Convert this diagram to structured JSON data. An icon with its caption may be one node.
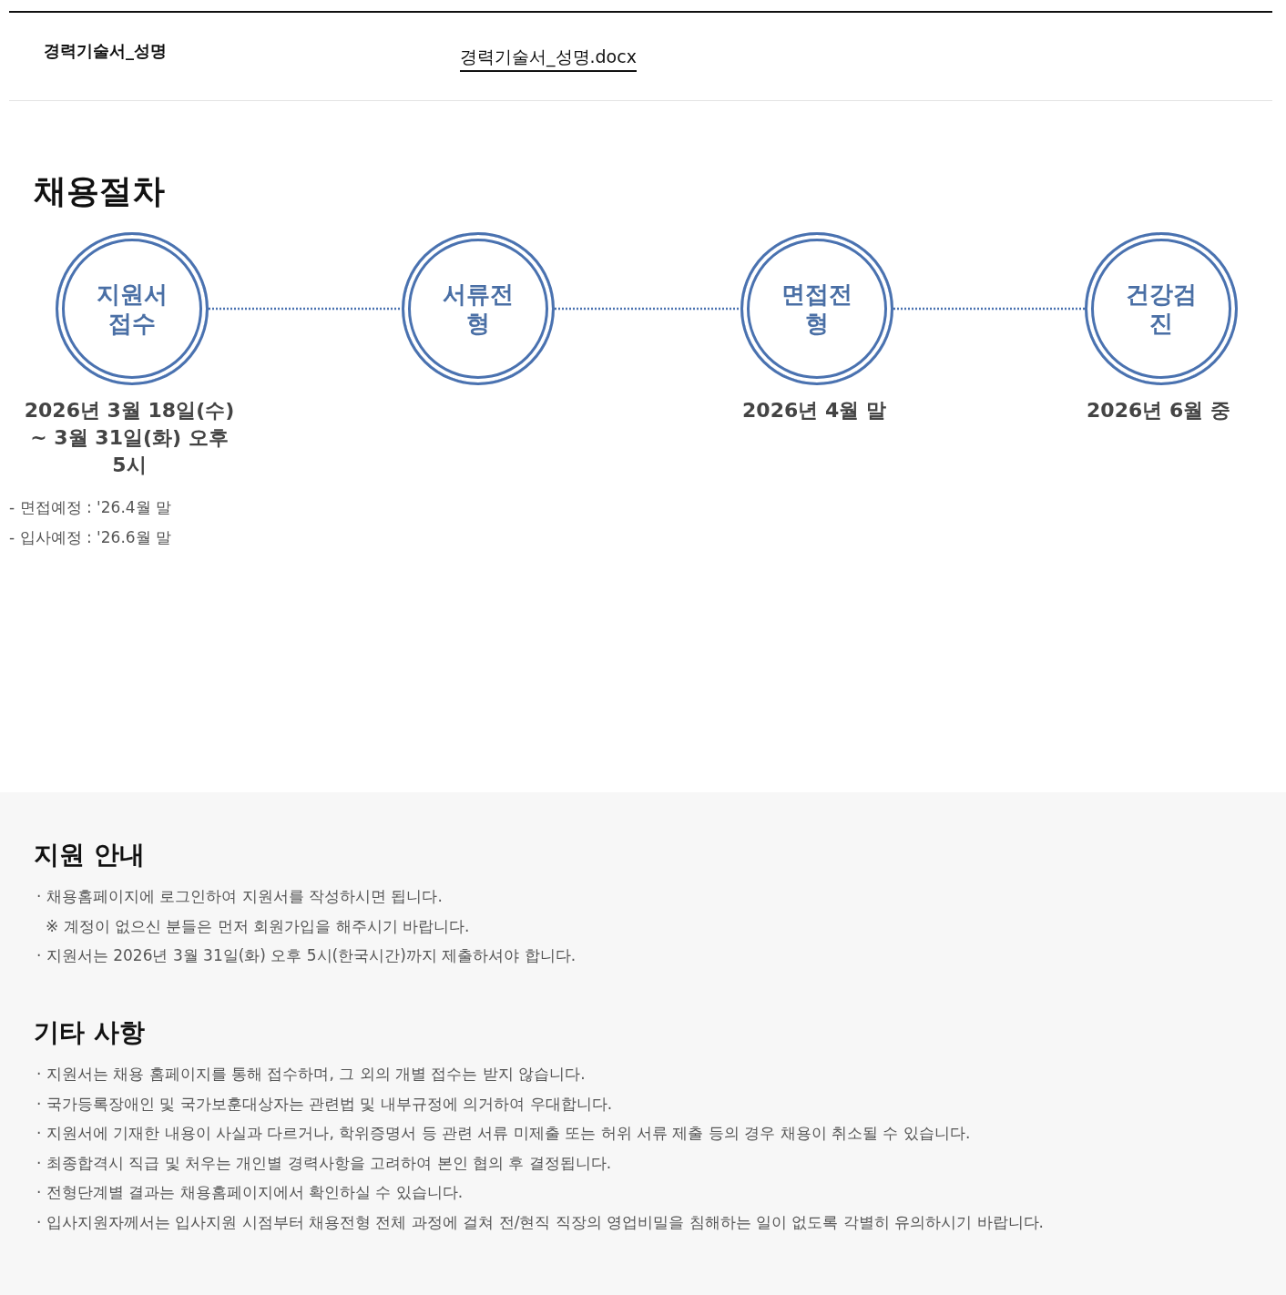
{
  "diagram": {
    "title": "채용절차",
    "nodes": [
      {
        "text": [
          "지원서 접수"
        ],
        "beside": [
          "2026년 3월 18일(수) ~ 3월 31일(화) 오후 5시"
        ]
      },
      {
        "text": [
          "서류전형"
        ]
      },
      {
        "text": [
          "면접전형"
        ],
        "beside": [
          "2026년 4월 말"
        ]
      },
      {
        "text": [
          "건강검진"
        ],
        "beside": [
          "2026년 6월 중"
        ]
      }
    ],
    "edges": [
      {
        "from": 0,
        "to": 1,
        "arrow": "none"
      },
      {
        "from": 1,
        "to": 2,
        "arrow": "none"
      },
      {
        "from": 2,
        "to": 3,
        "arrow": "none"
      }
    ],
    "labels": [
      "경력기술서_성명",
      "경력기술서_성명.docx",
      "- 면접예정 : '26.4월 말",
      "- 입사예정 : '26.6월 말",
      "지원 안내",
      "· 채용홈페이지에 로그인하여 지원서를 작성하시면 됩니다.",
      "※ 계정이 없으신 분들은 먼저 회원가입을 해주시기 바랍니다.",
      "· 지원서는 2026년 3월 31일(화) 오후 5시(한국시간)까지 제출하셔야 합니다.",
      "기타 사항",
      "· 지원서는 채용 홈페이지를 통해 접수하며, 그 외의 개별 접수는 받지 않습니다.",
      "· 국가등록장애인 및 국가보훈대상자는 관련법 및 내부규정에 의거하여 우대합니다.",
      "· 지원서에 기재한 내용이 사실과 다르거나, 학위증명서 등 관련 서류 미제출 또는 허위 서류 제출 등의 경우 채용이 취소될 수 있습니다.",
      "· 최종합격시 직급 및 처우는 개인별 경력사항을 고려하여 본인 협의 후 결정됩니다.",
      "· 전형단계별 결과는 채용홈페이지에서 확인하실 수 있습니다.",
      "· 입사지원자께서는 입사지원 시점부터 채용전형 전체 과정에 걸쳐 전/현직 직장의 영업비밀을 침해하는 일이 없도록 각별히 유의하시기 바랍니다."
    ]
  }
}
